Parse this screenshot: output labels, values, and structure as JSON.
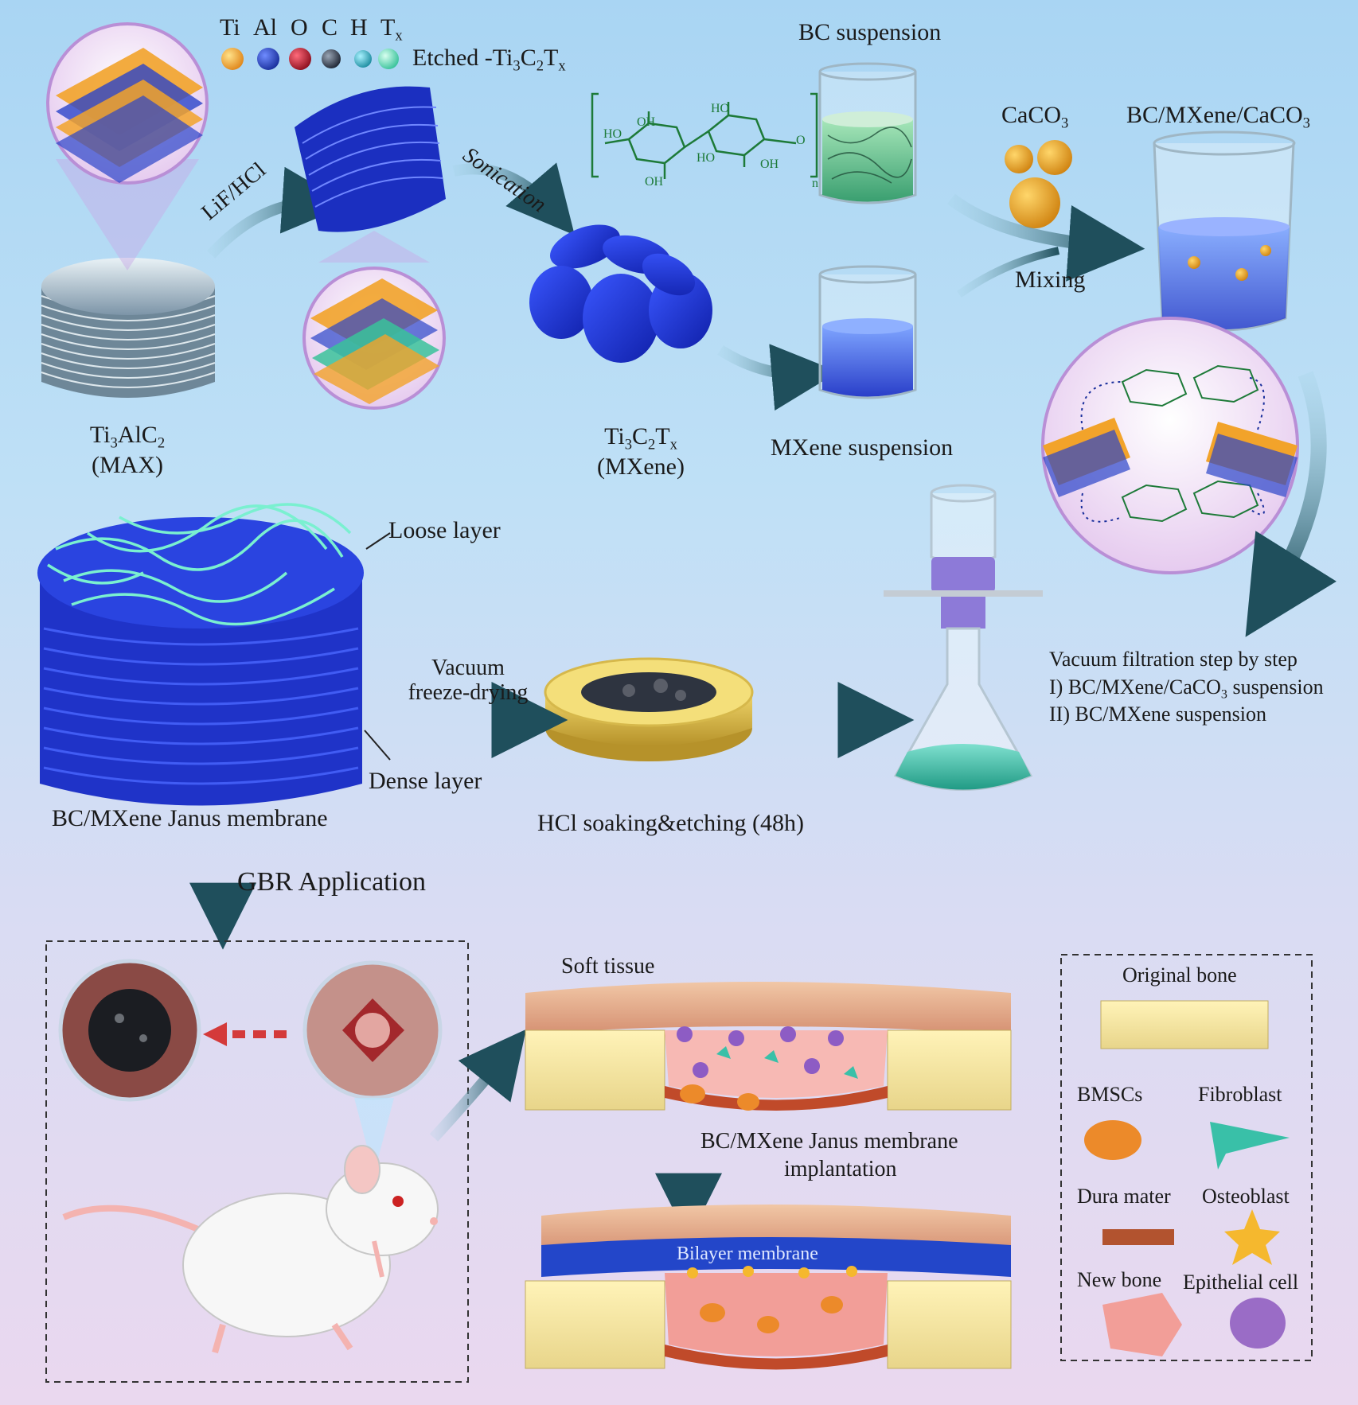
{
  "legend_atoms": {
    "items": [
      {
        "symbol": "Ti",
        "color": "#f2a32a"
      },
      {
        "symbol": "Al",
        "color": "#1f3fc4"
      },
      {
        "symbol": "O",
        "color": "#b3182b"
      },
      {
        "symbol": "C",
        "color": "#3a4150"
      },
      {
        "symbol": "H",
        "color": "#3fb6c9"
      },
      {
        "symbol": "Tx",
        "color": "#6fe0c0"
      }
    ],
    "tx_base": "T",
    "tx_sub": "x"
  },
  "labels": {
    "etched_prefix": "Etched -Ti",
    "ti3c2tx_sub3": "3",
    "ti3c2tx_c": "C",
    "ti3c2tx_sub2": "2",
    "ti3c2tx_t": "T",
    "ti3c2tx_subx": "x",
    "bc_suspension": "BC suspension",
    "caco3_base": "CaCO",
    "caco3_sub": "3",
    "bc_mxene_caco3_base": "BC/MXene/CaCO",
    "bc_mxene_caco3_sub": "3",
    "lif_hcl": "LiF/HCl",
    "sonication": "Sonication",
    "mixing": "Mixing",
    "max_line1_ti": "Ti",
    "max_line1_sub3": "3",
    "max_line1_alc": "AlC",
    "max_line1_sub2": "2",
    "max_line2": "(MAX)",
    "mxene_line1_ti": "Ti",
    "mxene_line1_sub3": "3",
    "mxene_line1_c": "C",
    "mxene_line1_sub2": "2",
    "mxene_line1_t": "T",
    "mxene_line1_subx": "x",
    "mxene_line2": "(MXene)",
    "mxene_suspension": "MXene suspension",
    "loose_layer": "Loose layer",
    "dense_layer": "Dense layer",
    "janus_membrane": "BC/MXene Janus membrane",
    "vacuum_freeze_line1": "Vacuum",
    "vacuum_freeze_line2": "freeze-drying",
    "hcl_soaking": "HCl soaking&etching (48h)",
    "vacuum_step_title": "Vacuum filtration step by step",
    "vacuum_step_1_base": "I) BC/MXene/CaCO",
    "vacuum_step_1_sub": "3",
    "vacuum_step_1_tail": " suspension",
    "vacuum_step_2": "II) BC/MXene suspension",
    "gbr_application": "GBR Application",
    "soft_tissue": "Soft tissue",
    "implant_line1": "BC/MXene Janus membrane",
    "implant_line2": "implantation",
    "bilayer_membrane": "Bilayer  membrane",
    "original_bone": "Original bone",
    "bmscs": "BMSCs",
    "fibroblast": "Fibroblast",
    "dura_mater": "Dura mater",
    "osteoblast": "Osteoblast",
    "new_bone": "New bone",
    "epithelial_cell": "Epithelial cell"
  },
  "chem": {
    "oh": "OH",
    "ho": "HO",
    "o": "O",
    "n": "n"
  }
}
